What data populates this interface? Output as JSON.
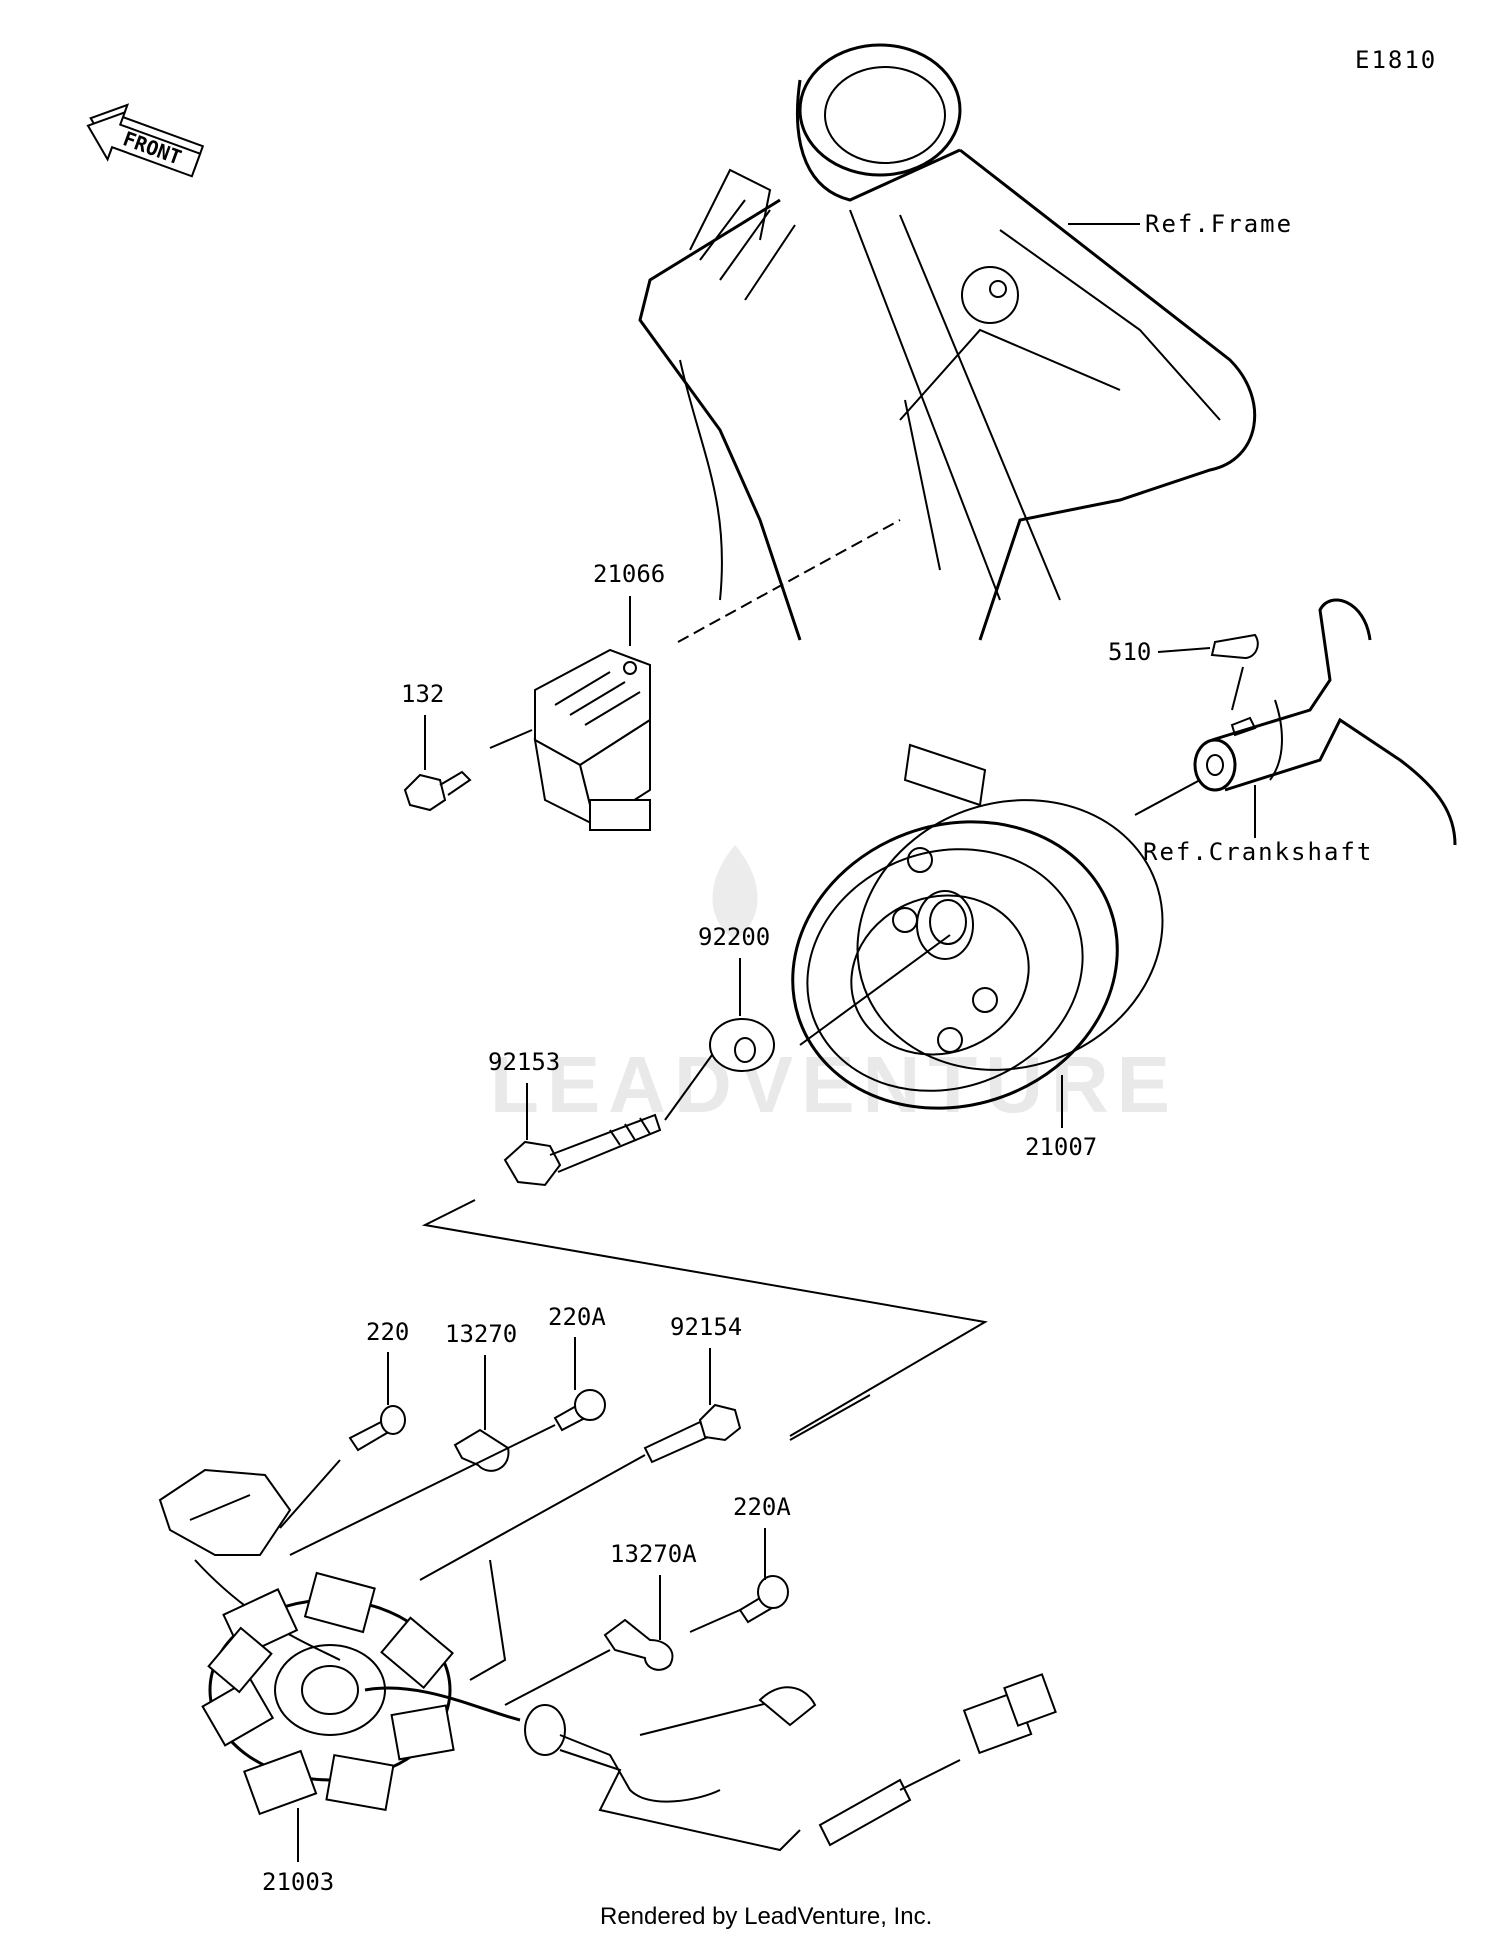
{
  "diagram_code": "E1810",
  "front_label": "FRONT",
  "refs": {
    "frame": "Ref.Frame",
    "crankshaft": "Ref.Crankshaft"
  },
  "parts": {
    "p21066": "21066",
    "p132": "132",
    "p510": "510",
    "p92200": "92200",
    "p92153": "92153",
    "p21007": "21007",
    "p220": "220",
    "p13270": "13270",
    "p220A_top": "220A",
    "p92154": "92154",
    "p220A_bottom": "220A",
    "p13270A": "13270A",
    "p21003": "21003"
  },
  "watermark": "LEADVENTURE",
  "footer": "Rendered by LeadVenture, Inc."
}
